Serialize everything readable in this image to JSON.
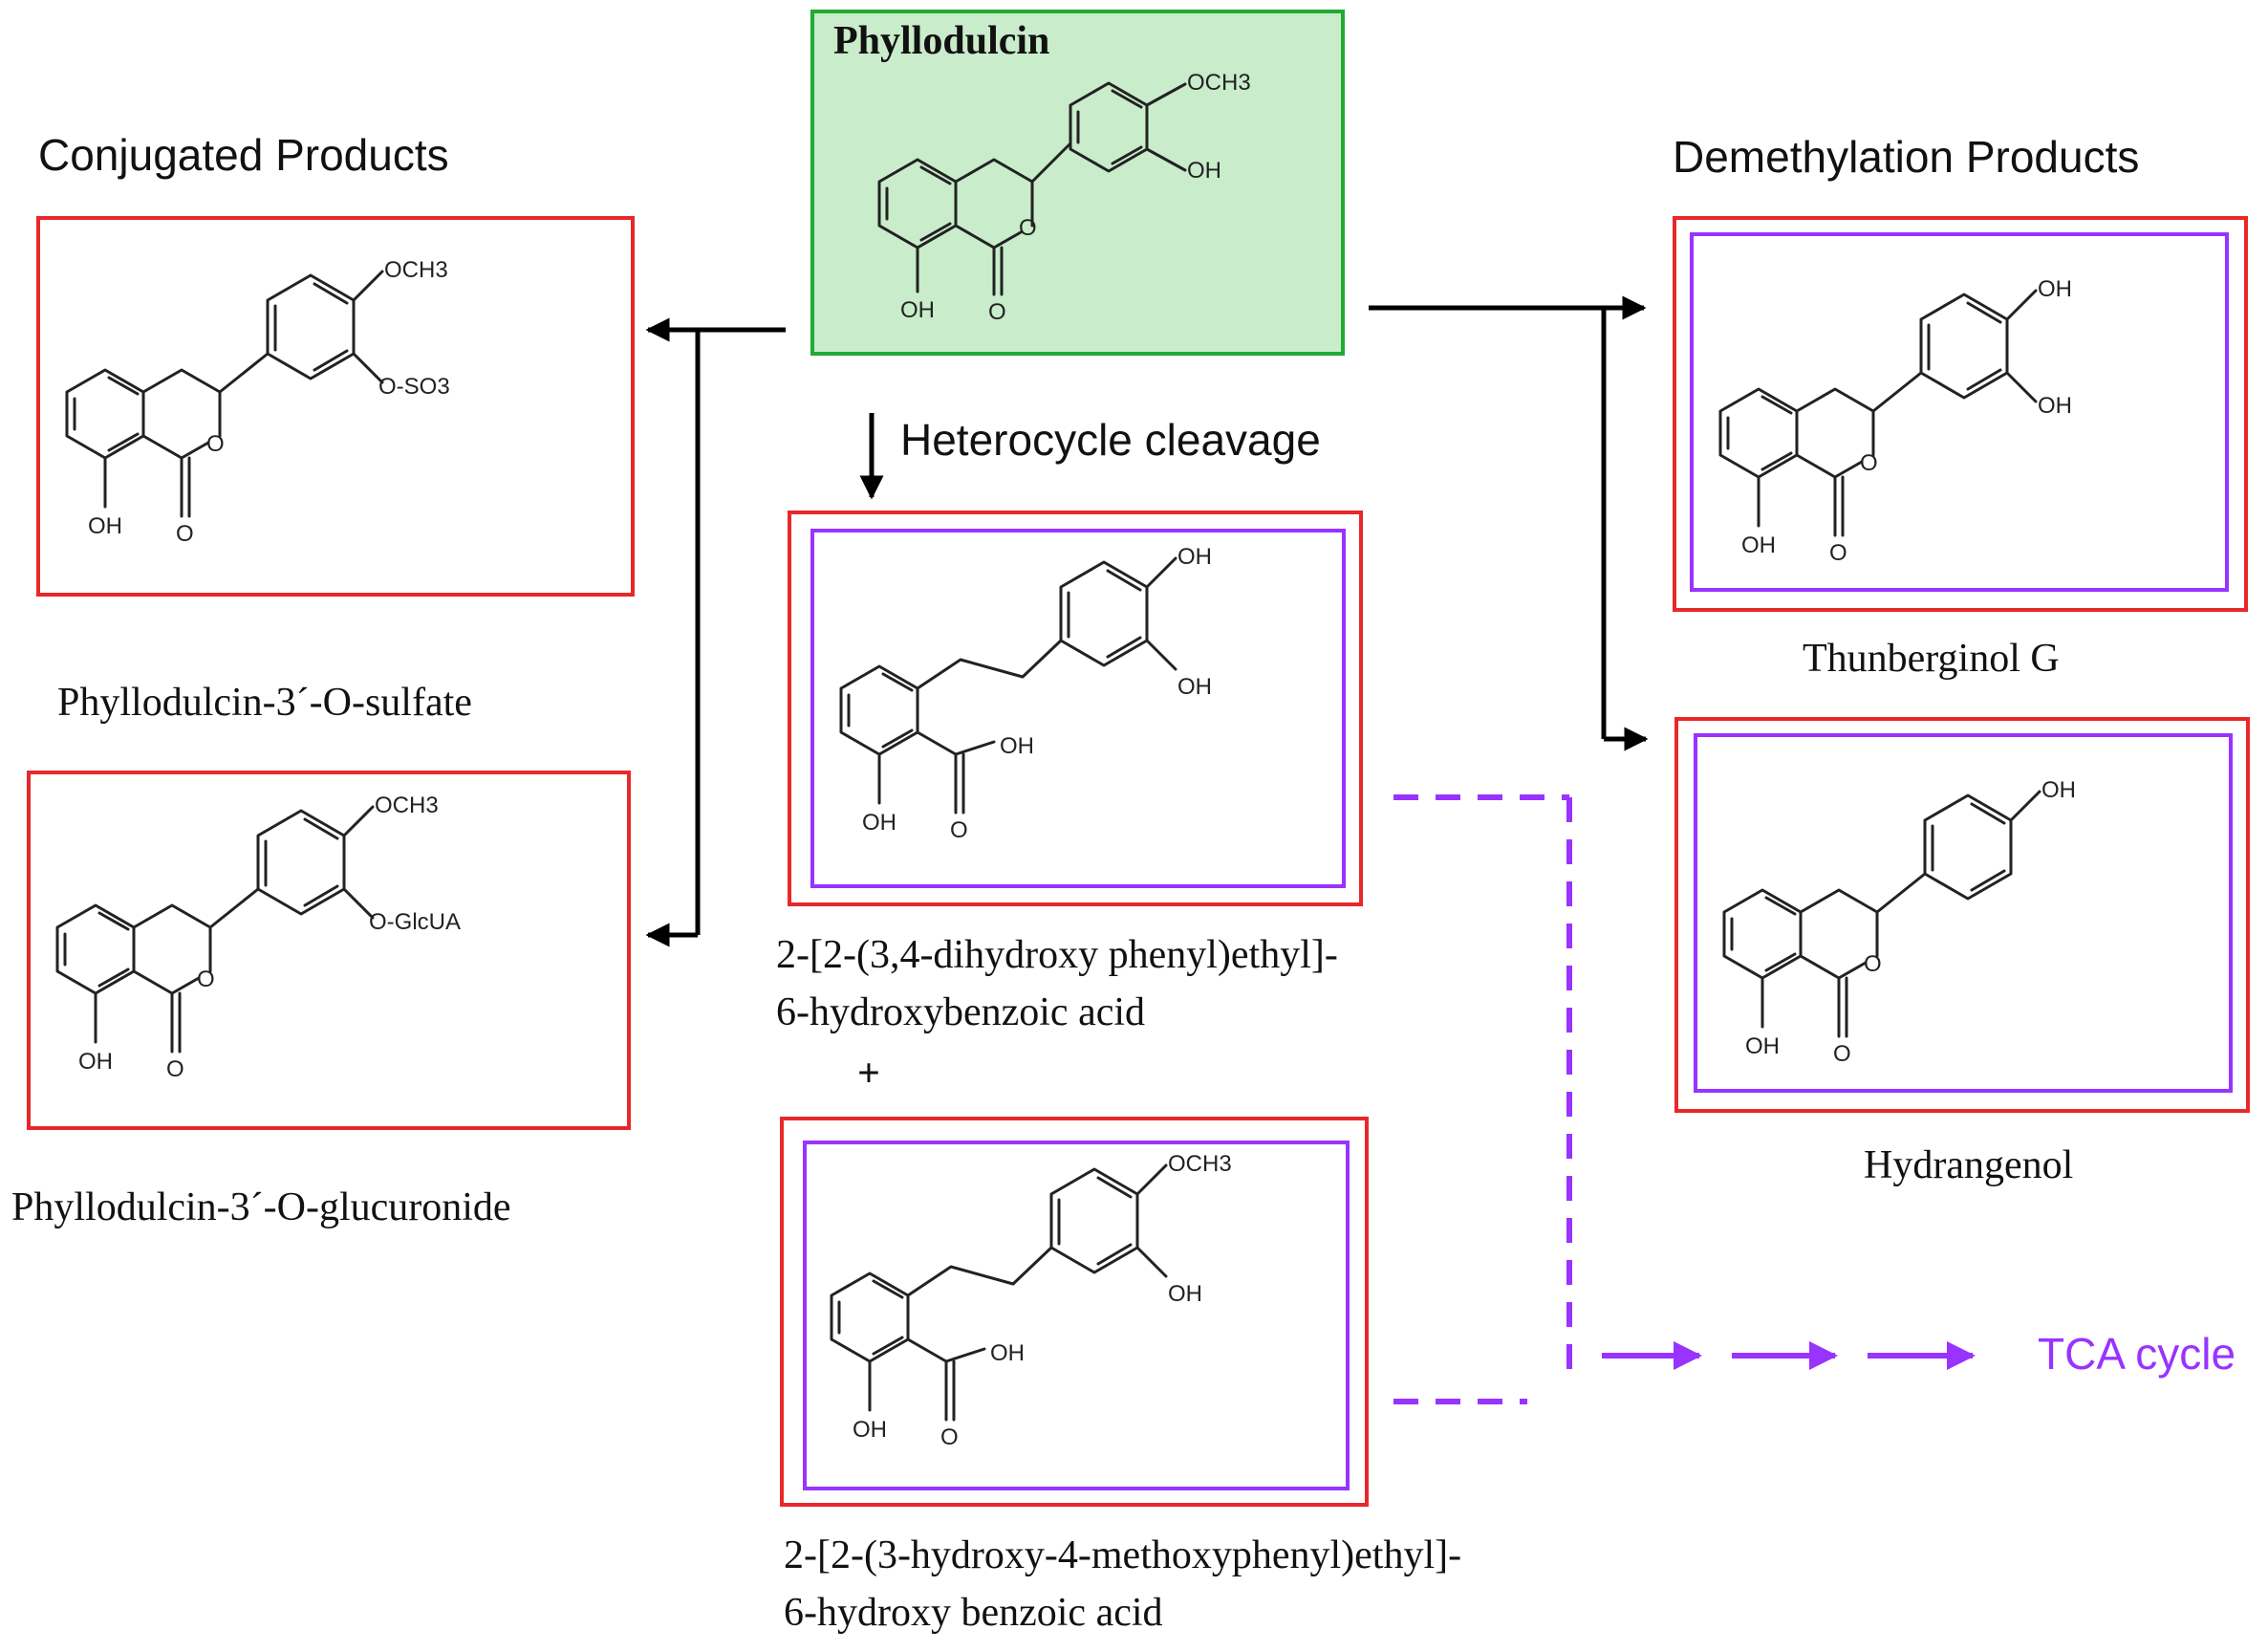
{
  "colors": {
    "start_box_fill": "#c9eccb",
    "start_box_stroke": "#22aa33",
    "outer_box": "#e8282b",
    "inner_box": "#9933ff",
    "arrow": "#000000",
    "tca": "#9933ff",
    "text": "#111111"
  },
  "start": {
    "title": "Phyllodulcin",
    "och3": "OCH3",
    "oh_top": "OH",
    "oh": "OH",
    "o_ring": "O",
    "o_carbonyl": "O"
  },
  "sections": {
    "conjugated": "Conjugated Products",
    "demethylation": "Demethylation Products",
    "cleavage": "Heterocycle cleavage"
  },
  "conjugated": {
    "sulfate": {
      "label": "Phyllodulcin-3´-O-sulfate",
      "och3": "OCH3",
      "sub": "O-SO3",
      "oh": "OH",
      "o_ring": "O",
      "o_carbonyl": "O"
    },
    "glucuronide": {
      "label": "Phyllodulcin-3´-O-glucuronide",
      "och3": "OCH3",
      "sub": "O-GlcUA",
      "oh": "OH",
      "o_ring": "O",
      "o_carbonyl": "O"
    }
  },
  "demethylation": {
    "thunberginol": {
      "label": "Thunberginol  G",
      "oh1": "OH",
      "oh2": "OH",
      "oh": "OH",
      "o_ring": "O",
      "o_carbonyl": "O"
    },
    "hydrangenol": {
      "label": "Hydrangenol",
      "oh1": "OH",
      "oh": "OH",
      "o_ring": "O",
      "o_carbonyl": "O"
    }
  },
  "cleavage": {
    "acid1": {
      "line1": "2-[2-(3,4-dihydroxy  phenyl)ethyl]-",
      "line2": "6-hydroxybenzoic  acid",
      "oh1": "OH",
      "oh2": "OH",
      "cooh": "OH",
      "oh": "OH",
      "o_carbonyl": "O"
    },
    "plus": "+",
    "acid2": {
      "line1": "2-[2-(3-hydroxy-4-methoxyphenyl)ethyl]-",
      "line2": "6-hydroxy  benzoic  acid",
      "och3": "OCH3",
      "oh2": "OH",
      "cooh": "OH",
      "oh": "OH",
      "o_carbonyl": "O"
    }
  },
  "tca": "TCA cycle"
}
